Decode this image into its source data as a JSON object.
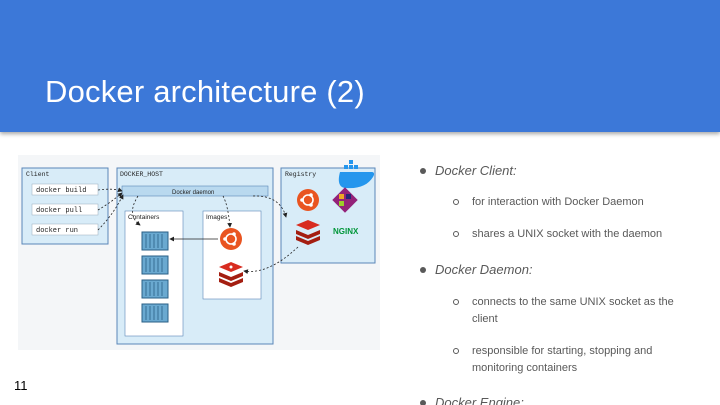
{
  "slide": {
    "title": "Docker architecture (2)",
    "page_number": "11"
  },
  "diagram": {
    "client_label": "Client",
    "client_commands": [
      "docker build",
      "docker pull",
      "docker run"
    ],
    "host_label": "DOCKER_HOST",
    "daemon_label": "Docker daemon",
    "containers_label": "Containers",
    "images_label": "Images",
    "registry_label": "Registry",
    "nginx_label": "NGINX"
  },
  "bullets": [
    {
      "label": "Docker Client:",
      "items": [
        "for interaction with Docker Daemon",
        "shares a UNIX socket with the daemon"
      ]
    },
    {
      "label": "Docker Daemon:",
      "items": [
        "connects to the same UNIX socket as the client",
        "responsible for starting, stopping and monitoring containers"
      ]
    },
    {
      "label": "Docker Engine:",
      "items": []
    }
  ],
  "colors": {
    "header": "#3c78d8",
    "client_box": "#d8ecf8",
    "docker_blue": "#2496ed",
    "ubuntu_orange": "#e95420",
    "redis_red": "#d82c20"
  }
}
